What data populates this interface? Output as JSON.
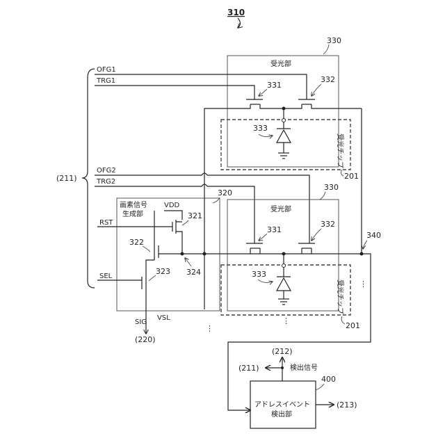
{
  "figure": {
    "number": "310"
  },
  "signals": {
    "ofg1": "OFG1",
    "trg1": "TRG1",
    "ofg2": "OFG2",
    "trg2": "TRG2",
    "rst": "RST",
    "sel": "SEL",
    "vdd": "VDD",
    "sig": "SIG",
    "vsl": "VSL"
  },
  "refs": {
    "r211_left": "(211)",
    "r211_out": "(211)",
    "r212": "(212)",
    "r213": "(213)",
    "r220": "(220)"
  },
  "units": {
    "light_receiving_top": {
      "label": "受光部",
      "number": "330"
    },
    "light_receiving_bottom": {
      "label": "受光部",
      "number": "330"
    },
    "chip_top": {
      "label": "受光チップ",
      "number": "201"
    },
    "chip_bottom": {
      "label": "受光チップ",
      "number": "201"
    },
    "pixel_signal_gen": {
      "label_line1": "画素信号",
      "label_line2": "生成部",
      "number": "320"
    },
    "address_event": {
      "label_line1": "アドレスイベント",
      "label_line2": "検出部",
      "number": "400"
    }
  },
  "components": {
    "t331_top": "331",
    "t332_top": "332",
    "pd333_top": "333",
    "t331_bottom": "331",
    "t332_bottom": "332",
    "pd333_bottom": "333",
    "t321": "321",
    "t322": "322",
    "t323": "323",
    "node324": "324",
    "line340": "340"
  },
  "detection_signal": "検出信号",
  "ellipsis": "⋮"
}
